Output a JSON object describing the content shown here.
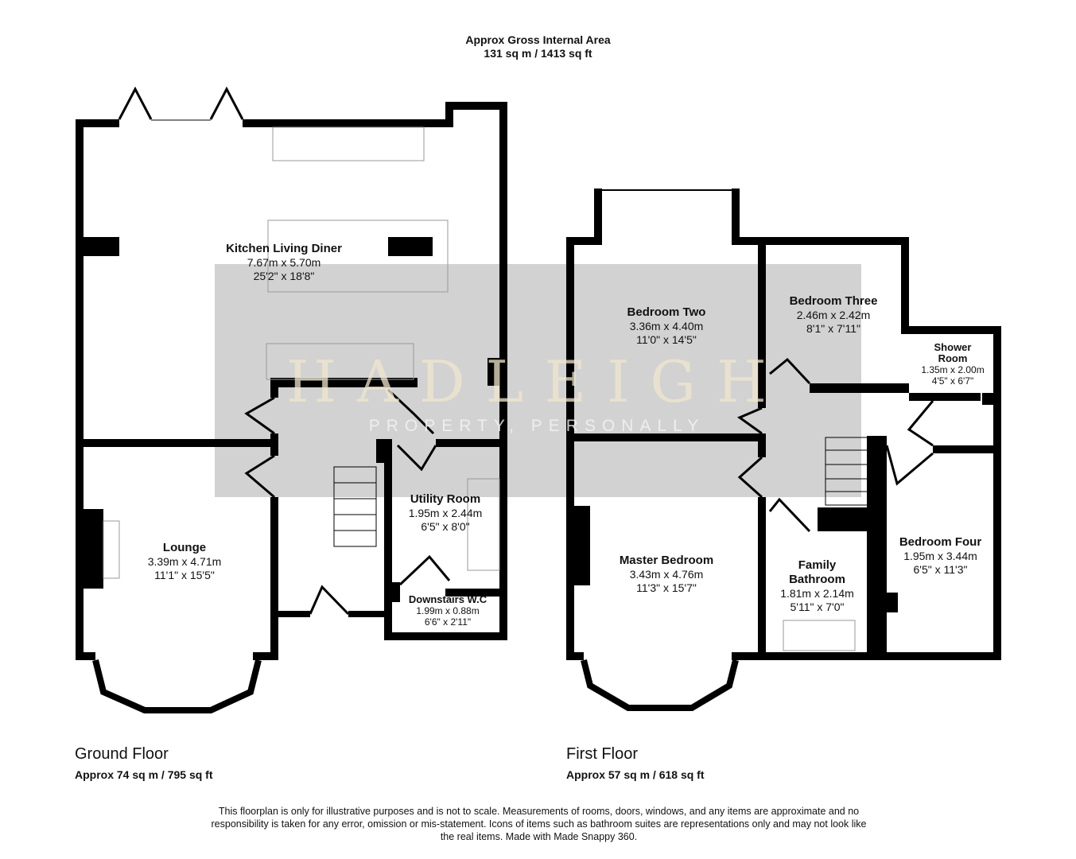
{
  "header": {
    "title": "Approx Gross Internal Area",
    "area": "131 sq m / 1413 sq ft"
  },
  "watermark": {
    "brand": "HADLEIGH",
    "tagline": "PROPERTY, PERSONALLY"
  },
  "ground_floor": {
    "label": "Ground Floor",
    "area": "Approx 74 sq m / 795 sq ft",
    "rooms": [
      {
        "name": "Kitchen Living Diner",
        "metric": "7.67m x 5.70m",
        "imperial": "25'2\" x 18'8\""
      },
      {
        "name": "Lounge",
        "metric": "3.39m x 4.71m",
        "imperial": "11'1\" x 15'5\""
      },
      {
        "name": "Utility Room",
        "metric": "1.95m x 2.44m",
        "imperial": "6'5\" x 8'0\""
      },
      {
        "name": "Downstairs W.C",
        "metric": "1.99m x 0.88m",
        "imperial": "6'6\" x 2'11\""
      }
    ]
  },
  "first_floor": {
    "label": "First Floor",
    "area": "Approx 57 sq m / 618 sq ft",
    "rooms": [
      {
        "name": "Bedroom Two",
        "metric": "3.36m x 4.40m",
        "imperial": "11'0\" x 14'5\""
      },
      {
        "name": "Bedroom Three",
        "metric": "2.46m x 2.42m",
        "imperial": "8'1\" x 7'11\""
      },
      {
        "name": "Shower Room",
        "metric": "1.35m x 2.00m",
        "imperial": "4'5\" x 6'7\""
      },
      {
        "name": "Master Bedroom",
        "metric": "3.43m x 4.76m",
        "imperial": "11'3\" x 15'7\""
      },
      {
        "name": "Family Bathroom",
        "metric": "1.81m x 2.14m",
        "imperial": "5'11\" x 7'0\""
      },
      {
        "name": "Bedroom Four",
        "metric": "1.95m x 3.44m",
        "imperial": "6'5\" x 11'3\""
      }
    ]
  },
  "disclaimer": "This floorplan is only for illustrative purposes and is not to scale. Measurements of rooms, doors, windows, and any items are approximate and no responsibility is taken for any error, omission or mis-statement. Icons of items such as bathroom suites are representations only and may not look like the real items. Made with Made Snappy 360."
}
